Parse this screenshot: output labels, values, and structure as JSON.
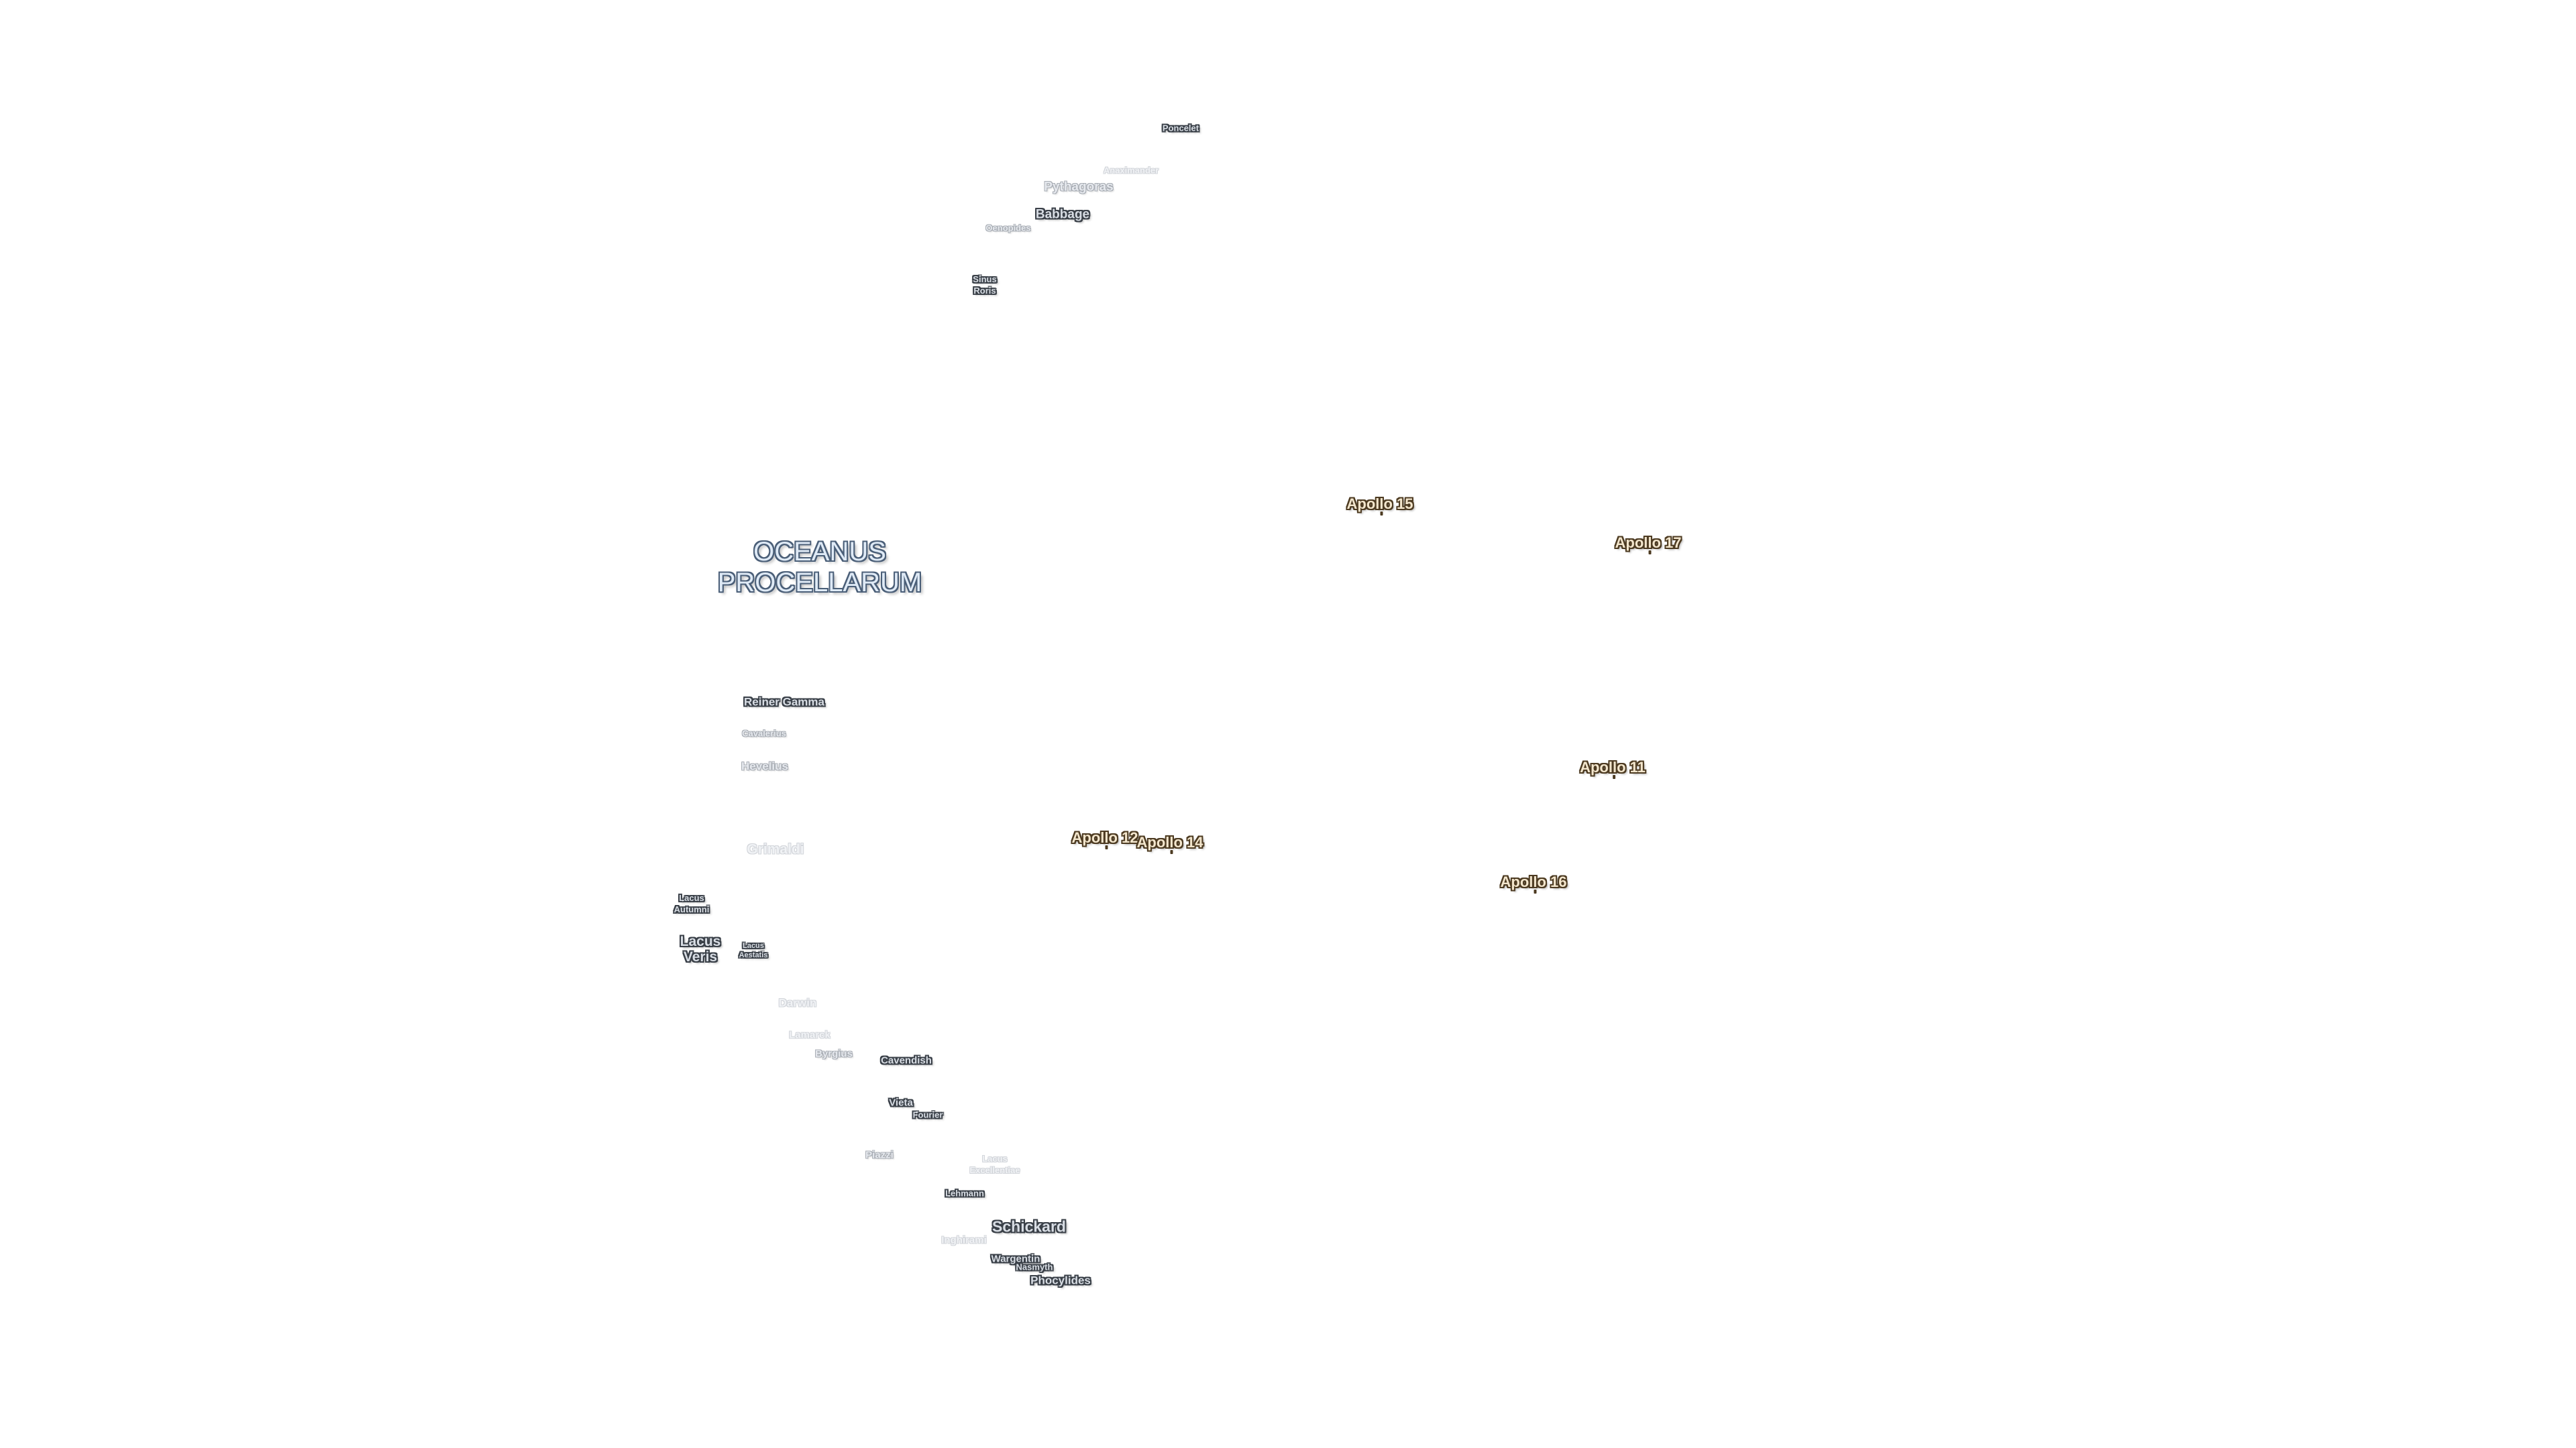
{
  "map": {
    "ocean_label": "OCEANUS\nPROCELLARUM",
    "features": [
      {
        "id": "poncelet",
        "name": "Poncelet",
        "tone": "normal"
      },
      {
        "id": "pythagoras",
        "name": "Pythagoras",
        "tone": "faint"
      },
      {
        "id": "anaximander",
        "name": "Anaximander",
        "tone": "vfaint"
      },
      {
        "id": "babbage",
        "name": "Babbage",
        "tone": "normal"
      },
      {
        "id": "oenopides",
        "name": "Oenopides",
        "tone": "faint"
      },
      {
        "id": "sinus-roris",
        "name": "Sinus\nRoris",
        "tone": "normal"
      },
      {
        "id": "reiner-gamma",
        "name": "Reiner Gamma",
        "tone": "normal"
      },
      {
        "id": "cavalerius",
        "name": "Cavalerius",
        "tone": "faint"
      },
      {
        "id": "hevelius",
        "name": "Hevelius",
        "tone": "faint"
      },
      {
        "id": "grimaldi",
        "name": "Grimaldi",
        "tone": "vfaint"
      },
      {
        "id": "lacus-autumni",
        "name": "Lacus\nAutumni",
        "tone": "normal"
      },
      {
        "id": "lacus-veris",
        "name": "Lacus\nVeris",
        "tone": "normal"
      },
      {
        "id": "lacus-aestatis",
        "name": "Lacus\nAestatis",
        "tone": "normal"
      },
      {
        "id": "darwin",
        "name": "Darwin",
        "tone": "vfaint"
      },
      {
        "id": "lamarck",
        "name": "Lamarck",
        "tone": "vfaint"
      },
      {
        "id": "byrgius",
        "name": "Byrgius",
        "tone": "faint"
      },
      {
        "id": "cavendish",
        "name": "Cavendish",
        "tone": "normal"
      },
      {
        "id": "vieta",
        "name": "Vieta",
        "tone": "normal"
      },
      {
        "id": "fourier",
        "name": "Fourier",
        "tone": "normal"
      },
      {
        "id": "piazzi",
        "name": "Piazzi",
        "tone": "faint"
      },
      {
        "id": "lacus-excellentiae",
        "name": "Lacus\nExcellentiae",
        "tone": "vfaint"
      },
      {
        "id": "lehmann",
        "name": "Lehmann",
        "tone": "normal"
      },
      {
        "id": "schickard",
        "name": "Schickard",
        "tone": "normal"
      },
      {
        "id": "inghirami",
        "name": "Inghirami",
        "tone": "vfaint"
      },
      {
        "id": "wargentin",
        "name": "Wargentin",
        "tone": "normal"
      },
      {
        "id": "nasmyth",
        "name": "Nasmyth",
        "tone": "normal"
      },
      {
        "id": "phocylides",
        "name": "Phocylides",
        "tone": "normal"
      }
    ],
    "apollo_sites": [
      {
        "id": "apollo-15",
        "name": "Apollo 15"
      },
      {
        "id": "apollo-17",
        "name": "Apollo 17"
      },
      {
        "id": "apollo-11",
        "name": "Apollo 11"
      },
      {
        "id": "apollo-12",
        "name": "Apollo 12"
      },
      {
        "id": "apollo-14",
        "name": "Apollo 14"
      },
      {
        "id": "apollo-16",
        "name": "Apollo 16"
      }
    ],
    "colors": {
      "background": "#ffffff",
      "feature_fill": "#d8dde4",
      "feature_outline": "#3a4048",
      "mare_fill": "#dfeaf6",
      "mare_outline": "#4b5f78",
      "apollo_fill": "#f3e6cd",
      "apollo_outline": "#4d3b22"
    }
  }
}
